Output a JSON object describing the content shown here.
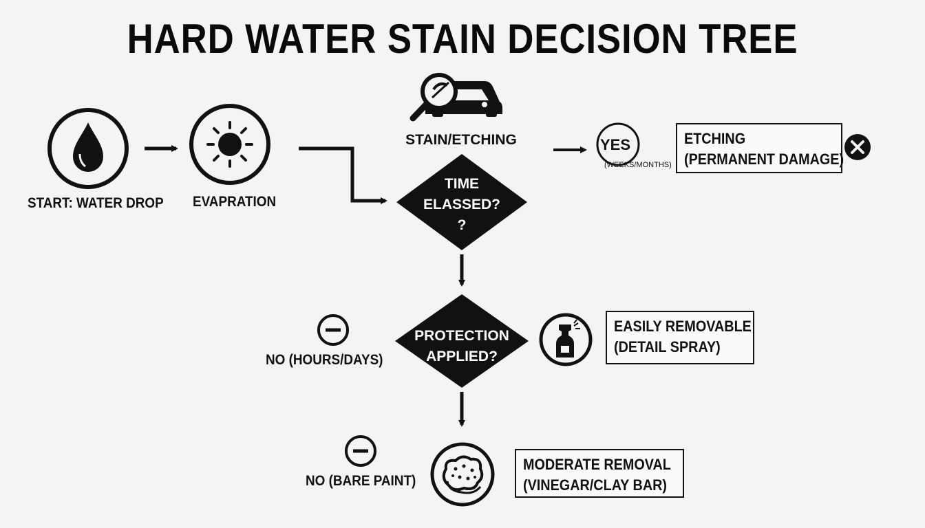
{
  "title": "HARD WATER STAIN DECISION TREE",
  "nodes": {
    "start_label": "START: WATER DROP",
    "evaporation_label": "EVAPRATION",
    "stain_label": "STAIN/ETCHING",
    "decision1": {
      "line1": "TIME",
      "line2": "ELASSED?",
      "line3": "?"
    },
    "decision2": {
      "line1": "PROTECTION",
      "line2": "APPLIED?"
    },
    "yes_label": "YES",
    "yes_sub": "(WEEKS/MONTHS)",
    "etching_box": {
      "line1": "ETCHING",
      "line2": "(PERMANENT DAMAGE)"
    },
    "no_hours_label": "NO (HOURS/DAYS)",
    "easily_box": {
      "line1": "EASILY REMOVABLE",
      "line2": "(DETAIL SPRAY)"
    },
    "no_bare_label": "NO (BARE PAINT)",
    "moderate_box": {
      "line1": "MODERATE REMOVAL",
      "line2": "(VINEGAR/CLAY BAR)"
    }
  },
  "icons": {
    "water_drop": "water-drop-icon",
    "sun": "sun-icon",
    "inspect_car": "magnifier-car-icon",
    "cross": "close-circle-icon",
    "minus": "minus-circle-icon",
    "spray": "spray-bottle-icon",
    "sponge": "sponge-icon"
  },
  "colors": {
    "ink": "#111111",
    "background": "#f4f4f2"
  }
}
